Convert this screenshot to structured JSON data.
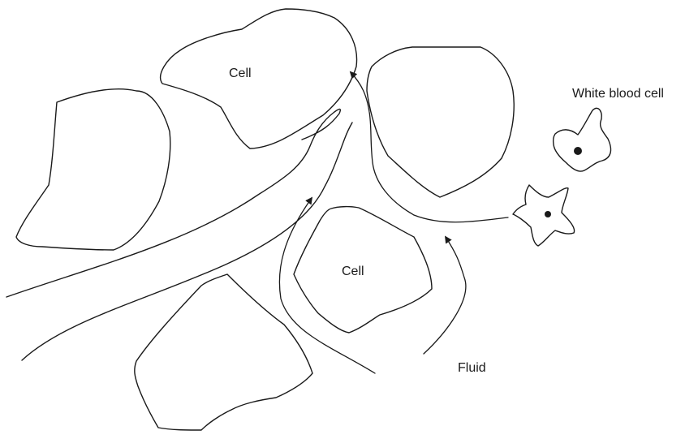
{
  "labels": {
    "cell_top": "Cell",
    "cell_center": "Cell",
    "white_blood_cell": "White blood cell",
    "fluid": "Fluid"
  }
}
